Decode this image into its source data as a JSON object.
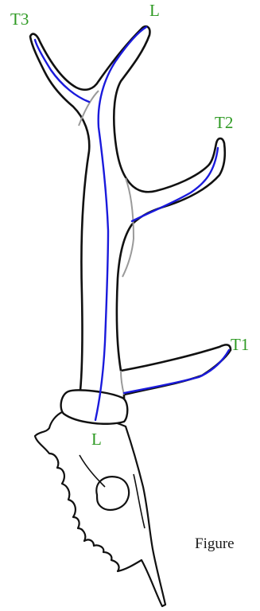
{
  "labels": {
    "t3": "T3",
    "l_top": "L",
    "t2": "T2",
    "t1": "T1",
    "l_bottom": "L"
  },
  "caption": "Figure",
  "colors": {
    "label": "#2e9a23",
    "outline": "#111111",
    "axis": "#1a1adc",
    "boundary": "#9a9a9a"
  }
}
